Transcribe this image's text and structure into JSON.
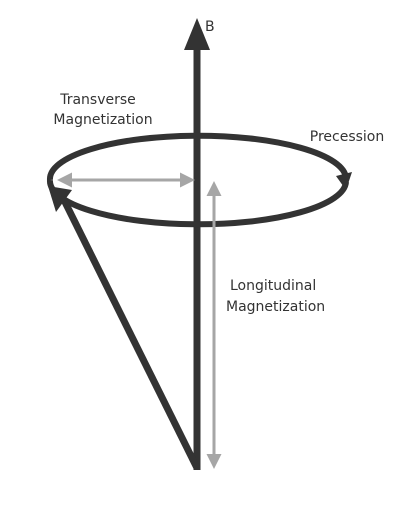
{
  "labels": {
    "field": "B",
    "transverse_line1": "Transverse",
    "transverse_line2": "Magnetization",
    "precession": "Precession",
    "longitudinal_line1": "Longitudinal",
    "longitudinal_line2": "Magnetization"
  },
  "colors": {
    "dark": "#333333",
    "gray": "#a6a6a6",
    "background": "#ffffff"
  },
  "icons": {
    "field_arrowhead": "arrow-up-icon",
    "magnetization_arrowhead": "arrow-up-left-icon",
    "precession_arrowhead": "curved-arrow-icon"
  }
}
